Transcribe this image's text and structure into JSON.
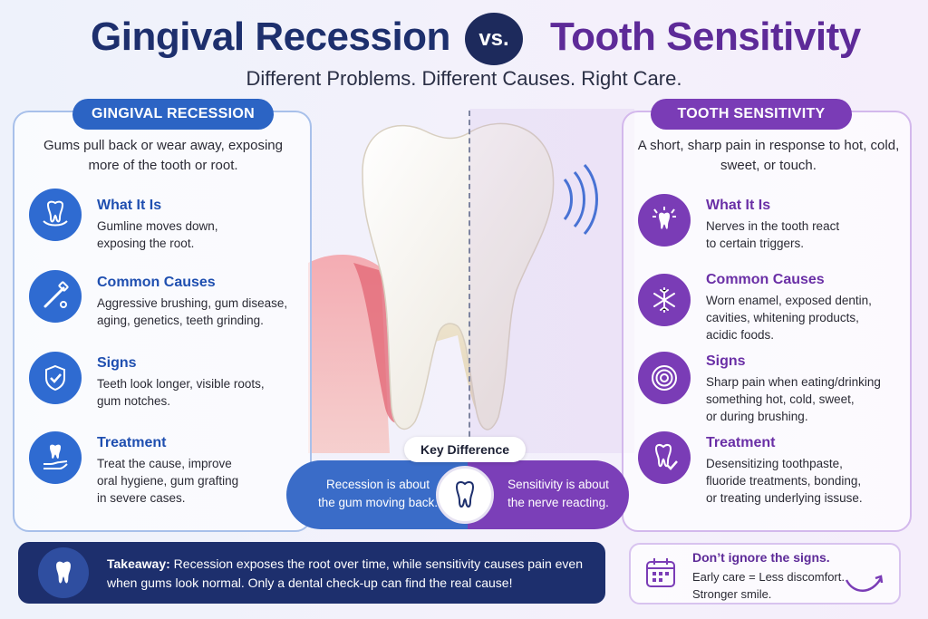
{
  "header": {
    "title_left": "Gingival Recession",
    "vs": "vs.",
    "title_right": "Tooth Sensitivity",
    "subtitle": "Different Problems. Different Causes. Right Care."
  },
  "left_panel": {
    "label": "GINGIVAL RECESSION",
    "intro": "Gums pull back or wear away, exposing more of the tooth or root.",
    "sections": [
      {
        "title": "What It Is",
        "body": "Gumline moves down,\nexposing the root.",
        "icon": "tooth-gum-icon"
      },
      {
        "title": "Common Causes",
        "body": "Aggressive brushing, gum disease,\naging, genetics, teeth grinding.",
        "icon": "toothbrush-icon"
      },
      {
        "title": "Signs",
        "body": "Teeth look longer, visible roots,\ngum notches.",
        "icon": "shield-check-icon"
      },
      {
        "title": "Treatment",
        "body": "Treat the cause, improve\noral hygiene, gum grafting\nin severe cases.",
        "icon": "hand-tooth-icon"
      }
    ]
  },
  "right_panel": {
    "label": "TOOTH SENSITIVITY",
    "intro": "A short, sharp pain in response to hot, cold, sweet, or touch.",
    "sections": [
      {
        "title": "What It Is",
        "body": "Nerves in the tooth react\nto certain triggers.",
        "icon": "tooth-zap-icon"
      },
      {
        "title": "Common Causes",
        "body": "Worn enamel, exposed dentin,\ncavities, whitening products,\nacidic foods.",
        "icon": "snowflake-icon"
      },
      {
        "title": "Signs",
        "body": "Sharp pain when eating/drinking\nsomething hot, cold, sweet,\nor during brushing.",
        "icon": "target-icon"
      },
      {
        "title": "Treatment",
        "body": "Desensitizing toothpaste,\nfluoride treatments, bonding,\nor treating underlying issuse.",
        "icon": "tooth-check-icon"
      }
    ]
  },
  "key_difference": {
    "label": "Key Difference",
    "left": "Recession is about\nthe gum moving back.",
    "right": "Sensitivity is about\nthe nerve reacting."
  },
  "takeaway": {
    "label": "Takeaway:",
    "text": " Recession exposes the root over time, while sensitivity causes pain even when gums look normal. Only a dental check-up can find the real cause!"
  },
  "reminder": {
    "title": "Don’t ignore the signs.",
    "body": "Early care = Less discomfort.\nStronger smile."
  },
  "colors": {
    "navy": "#1d2f6d",
    "blue": "#2f6bd1",
    "purple": "#7a3cb6",
    "gum": "#e8737f"
  }
}
